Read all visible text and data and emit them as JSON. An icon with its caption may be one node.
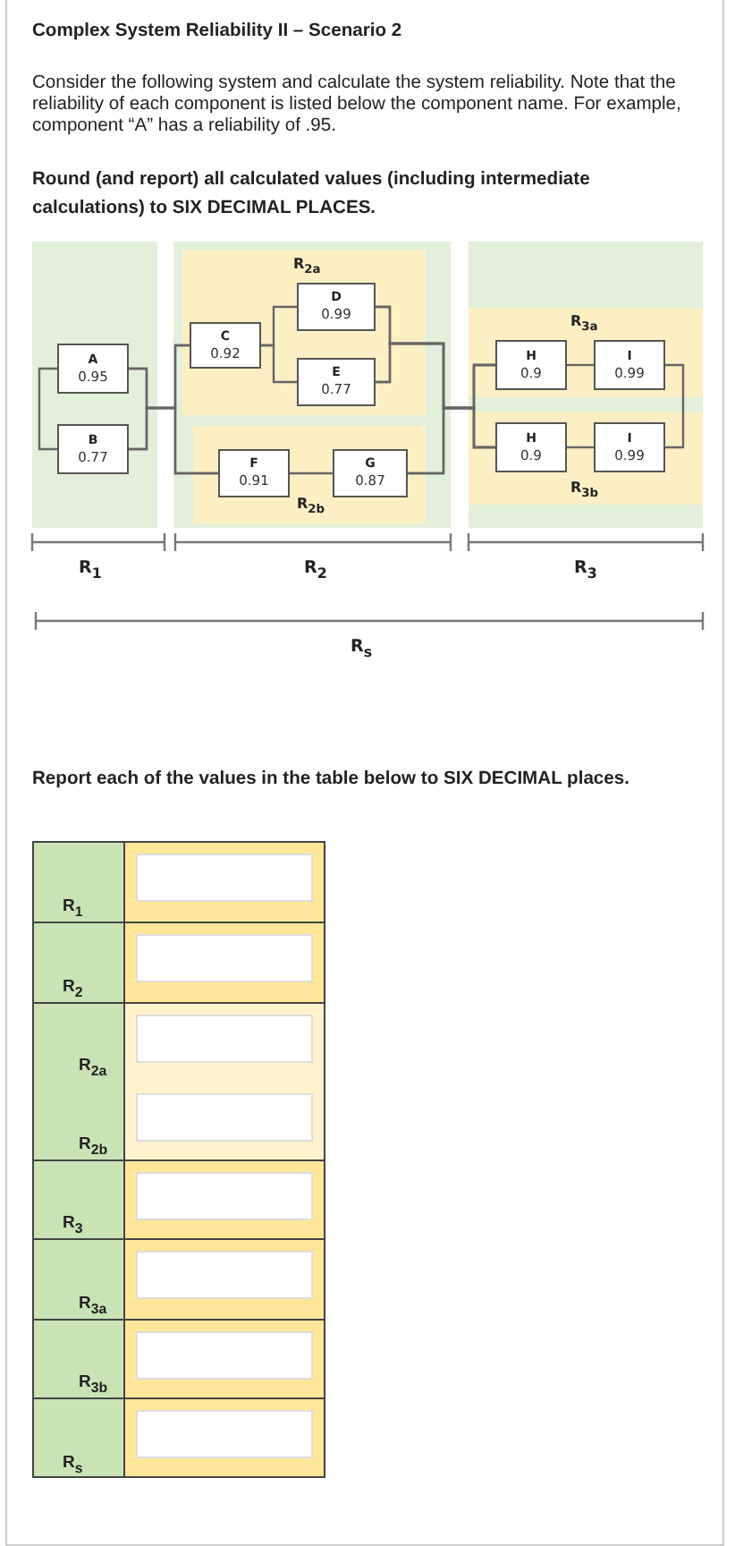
{
  "diagram": {
    "title": "Complex System Reliability II – Scenario 2",
    "nodes": [
      {
        "text": [
          "A",
          "0.95"
        ]
      },
      {
        "text": [
          "B",
          "0.77"
        ]
      },
      {
        "text": [
          "R$_{2a}$"
        ]
      },
      {
        "text": [
          "C",
          "0.92"
        ],
        "in": 2
      },
      {
        "text": [
          "D",
          "0.99"
        ],
        "in": 2
      },
      {
        "text": [
          "E",
          "0.77"
        ],
        "in": 2
      },
      {
        "text": [
          "R$_{2b}$"
        ]
      },
      {
        "text": [
          "F",
          "0.91"
        ],
        "in": 6
      },
      {
        "text": [
          "G",
          "0.87"
        ],
        "in": 6
      },
      {
        "text": [
          "R$_{3a}$"
        ]
      },
      {
        "text": [
          "H",
          "0.9"
        ],
        "in": 9
      },
      {
        "text": [
          "I",
          "0.99"
        ],
        "in": 9
      },
      {
        "text": [
          "R$_{3b}$"
        ]
      },
      {
        "text": [
          "H",
          "0.9"
        ],
        "in": 12
      },
      {
        "text": [
          "I",
          "0.99"
        ],
        "in": 12
      }
    ],
    "edges": [
      {
        "from": 0,
        "to": 1,
        "arrow": "none"
      },
      {
        "from": 0,
        "to": 3,
        "arrow": "none"
      },
      {
        "from": 0,
        "to": 7,
        "arrow": "none"
      },
      {
        "from": 1,
        "to": 3,
        "arrow": "none"
      },
      {
        "from": 1,
        "to": 7,
        "arrow": "none"
      },
      {
        "from": 3,
        "to": 4,
        "arrow": "none"
      },
      {
        "from": 3,
        "to": 5,
        "arrow": "none"
      },
      {
        "from": 7,
        "to": 8,
        "arrow": "none"
      },
      {
        "from": 4,
        "to": 10,
        "arrow": "none"
      },
      {
        "from": 4,
        "to": 13,
        "arrow": "none"
      },
      {
        "from": 5,
        "to": 10,
        "arrow": "none"
      },
      {
        "from": 5,
        "to": 13,
        "arrow": "none"
      },
      {
        "from": 8,
        "to": 10,
        "arrow": "none"
      },
      {
        "from": 8,
        "to": 13,
        "arrow": "none"
      },
      {
        "from": 10,
        "to": 11,
        "arrow": "none"
      },
      {
        "from": 13,
        "to": 14,
        "arrow": "none"
      },
      {
        "from": 11,
        "to": 14,
        "arrow": "none"
      }
    ],
    "labels": [
      "Consider the following system and calculate the system reliability.  Note that the reliability of each component is listed below the component name.  For example, component “A” has a reliability of .95.",
      "Round (and report) all calculated values (including intermediate calculations) to SIX DECIMAL PLACES.",
      "R$_{1}$",
      "R$_{2}$",
      "R$_{3}$",
      "R$_{s}$",
      "Report each of the values in the table below to SIX DECIMAL places.",
      "R$_{1}$",
      "R$_{2}$",
      "R$_{2a}$",
      "R$_{2b}$",
      "R$_{3}$",
      "R$_{3a}$",
      "R$_{3b}$",
      "R$_{s}$"
    ]
  }
}
